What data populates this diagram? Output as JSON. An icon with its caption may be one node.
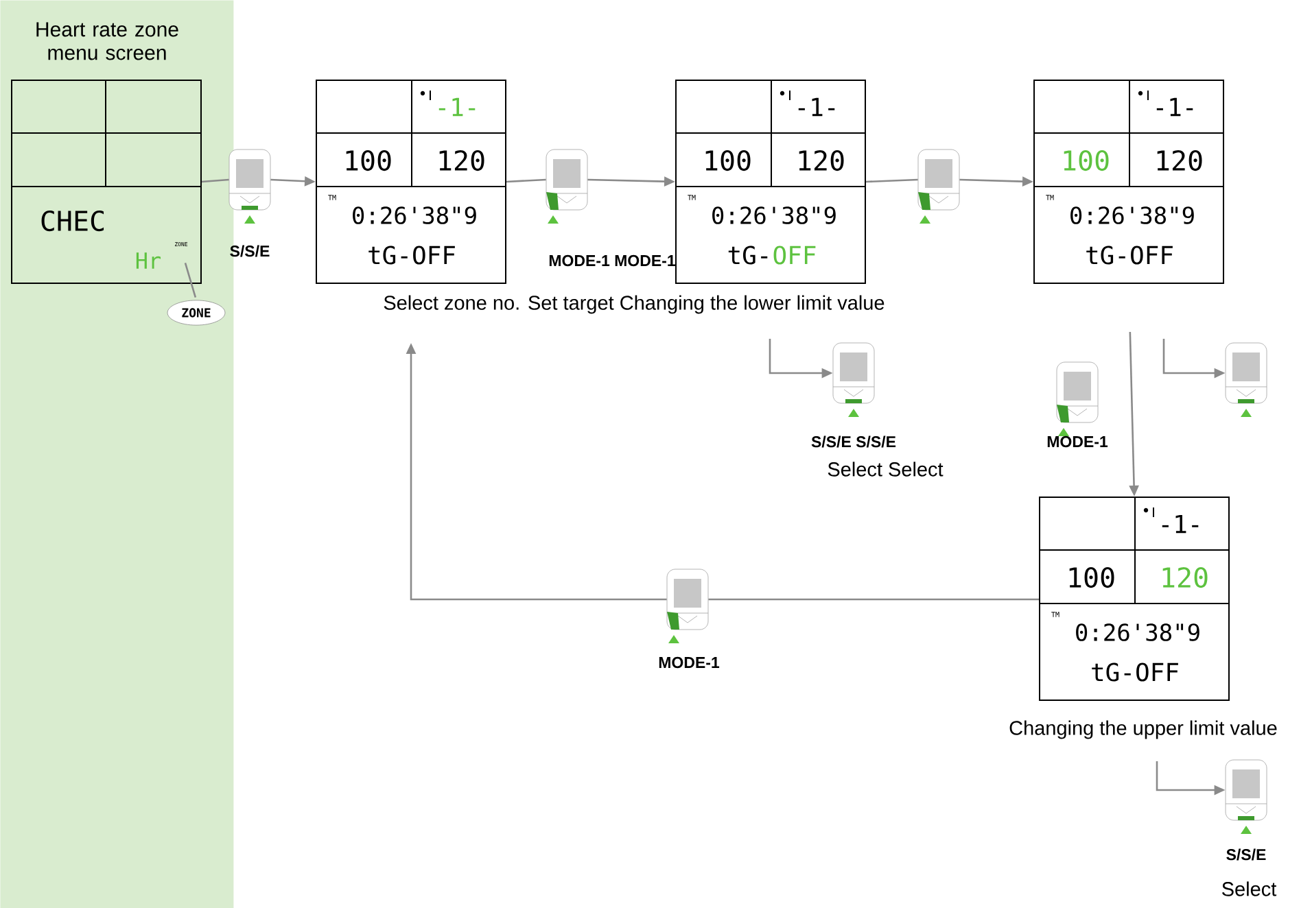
{
  "diagram": {
    "nodes": [
      {
        "text": [
          "Heart rate zone menu screen"
        ]
      },
      {
        "text": [
          "CHEC",
          "Hr",
          "ZONE"
        ],
        "in": 0
      },
      {
        "text": [
          "ZONE"
        ],
        "in": 0
      },
      {
        "text": [],
        "shape": "picture",
        "beside": [
          "S/S/E"
        ]
      },
      {
        "text": [
          "-1-",
          "100",
          "120",
          "TM",
          "0:26'38\"9",
          "tG-OFF"
        ]
      },
      {
        "text": [],
        "shape": "picture"
      },
      {
        "text": [
          "-1-",
          "100",
          "120",
          "TM",
          "0:26'38\"9",
          "tG-",
          "OFF"
        ]
      },
      {
        "text": [],
        "shape": "picture"
      },
      {
        "text": [
          "-1-",
          "100",
          "120",
          "TM",
          "0:26'38\"9",
          "tG-OFF"
        ]
      },
      {
        "text": [],
        "shape": "picture",
        "beside": [
          "S/S/E S/S/E",
          "Select Select"
        ]
      },
      {
        "text": [],
        "shape": "picture",
        "beside": [
          "MODE-1"
        ]
      },
      {
        "text": [],
        "shape": "picture"
      },
      {
        "text": [
          "-1-",
          "100",
          "120",
          "TM",
          "0:26'38\"9",
          "tG-OFF"
        ],
        "beside": [
          "Changing the upper limit value"
        ]
      },
      {
        "text": [],
        "shape": "picture",
        "beside": [
          "S/S/E",
          "Select"
        ]
      },
      {
        "text": [],
        "shape": "picture",
        "beside": [
          "MODE-1"
        ]
      }
    ],
    "edges": [
      {
        "from": 1,
        "to": 3,
        "arrow": "none"
      },
      {
        "from": 3,
        "to": 4,
        "arrow": "to"
      },
      {
        "from": 4,
        "to": 5,
        "arrow": "none"
      },
      {
        "from": 5,
        "to": 6,
        "arrow": "to"
      },
      {
        "from": 6,
        "to": 7,
        "arrow": "none"
      },
      {
        "from": 7,
        "to": 8,
        "arrow": "to"
      },
      {
        "from": null,
        "to": 9,
        "arrow": "to"
      },
      {
        "from": 8,
        "to": 12,
        "arrow": "to"
      },
      {
        "from": null,
        "to": 11,
        "arrow": "to"
      },
      {
        "from": 12,
        "to": 14,
        "arrow": "none"
      },
      {
        "from": 14,
        "to": 4,
        "arrow": "to"
      },
      {
        "from": null,
        "to": 13,
        "arrow": "to"
      },
      {
        "from": 2,
        "to": 1,
        "arrow": "none"
      }
    ],
    "labels": [
      "MODE-1 MODE-1",
      "Select zone no. Set target Changing the lower limit value"
    ]
  }
}
